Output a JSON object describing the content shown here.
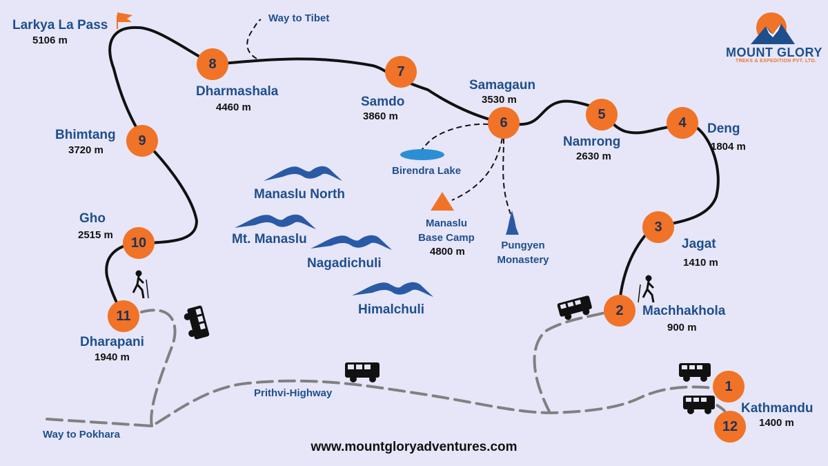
{
  "logo": {
    "title": "MOUNT GLORY",
    "subtitle": "TREKS & EXPEDITION PVT. LTD."
  },
  "website": "www.mountgloryadventures.com",
  "colors": {
    "stop": "#f07327",
    "stop_text": "#1f3155",
    "place": "#1f4e8c",
    "road": "#808080",
    "trail": "#111111",
    "background": "#e6e6f8"
  },
  "stops": [
    {
      "num": "1",
      "name": "Kathmandu",
      "alt": "1400 m"
    },
    {
      "num": "2",
      "name": "Machhakhola",
      "alt": "900 m"
    },
    {
      "num": "3",
      "name": "Jagat",
      "alt": "1410 m"
    },
    {
      "num": "4",
      "name": "Deng",
      "alt": "1804 m"
    },
    {
      "num": "5",
      "name": "Namrong",
      "alt": "2630 m"
    },
    {
      "num": "6",
      "name": "Samagaun",
      "alt": "3530 m"
    },
    {
      "num": "7",
      "name": "Samdo",
      "alt": "3860 m"
    },
    {
      "num": "8",
      "name": "Dharmashala",
      "alt": "4460 m"
    },
    {
      "num": "9",
      "name": "Bhimtang",
      "alt": "3720 m"
    },
    {
      "num": "10",
      "name": "Gho",
      "alt": "2515 m"
    },
    {
      "num": "11",
      "name": "Dharapani",
      "alt": "1940 m"
    },
    {
      "num": "12",
      "name": "",
      "alt": ""
    }
  ],
  "pass": {
    "name": "Larkya La Pass",
    "alt": "5106 m"
  },
  "peaks": [
    "Manaslu North",
    "Mt. Manaslu",
    "Nagadichuli",
    "Himalchuli"
  ],
  "points_of_interest": {
    "lake": "Birendra Lake",
    "base_camp": {
      "line1": "Manaslu",
      "line2": "Base Camp",
      "alt": "4800 m"
    },
    "monastery": {
      "line1": "Pungyen",
      "line2": "Monastery"
    }
  },
  "roads": {
    "highway": "Prithvi-Highway",
    "pokhara": "Way to Pokhara",
    "tibet": "Way to Tibet"
  },
  "icons": [
    "mountain-range-icon",
    "vehicle-icon",
    "trekker-icon",
    "flag-icon",
    "lake-icon",
    "base-camp-icon",
    "monastery-icon"
  ]
}
